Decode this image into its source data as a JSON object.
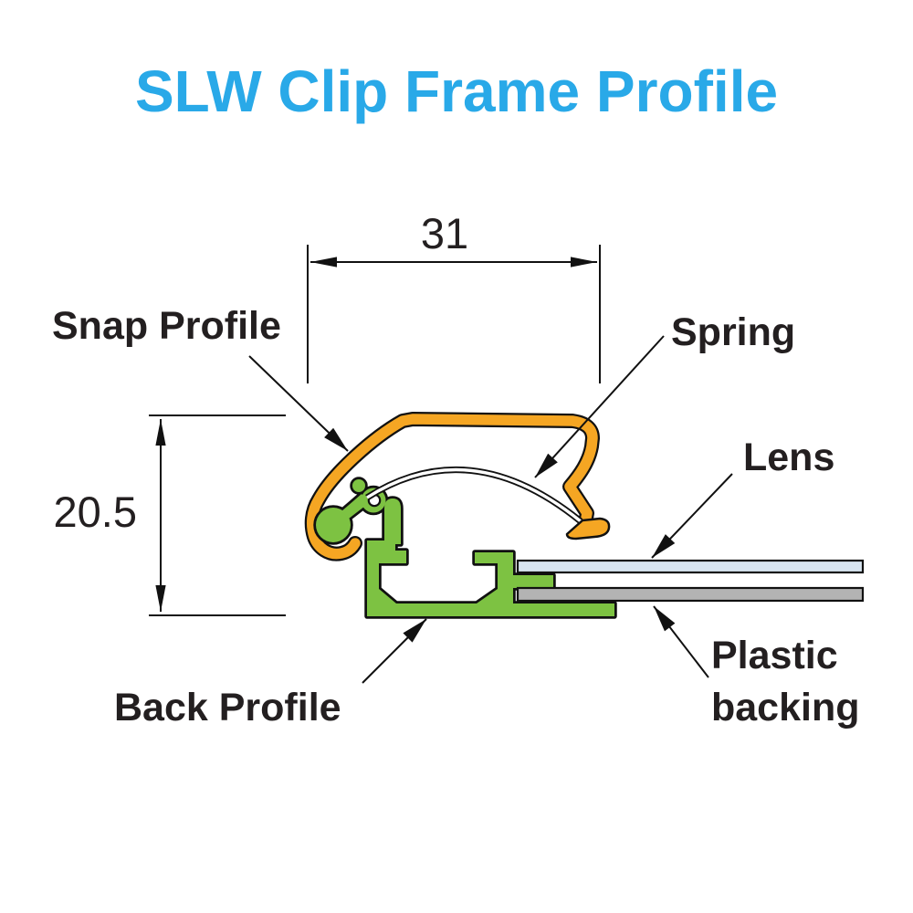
{
  "title": {
    "text": "SLW Clip Frame Profile"
  },
  "labels": {
    "snap_profile": "Snap Profile",
    "spring": "Spring",
    "lens": "Lens",
    "back_profile": "Back Profile",
    "plastic_backing_line1": "Plastic",
    "plastic_backing_line2": "backing"
  },
  "dimensions": {
    "width_mm": "31",
    "height_mm": "20.5"
  },
  "colors": {
    "title_blue": "#29A9E8",
    "orange": "#F5A623",
    "green": "#7DC242",
    "lens_fill": "#D8E5F1",
    "backing_fill": "#B3B3B3",
    "label_text": "#231F20",
    "line": "#111111"
  },
  "parts": [
    {
      "name": "Snap Profile",
      "color": "#F5A623"
    },
    {
      "name": "Spring",
      "color": "#FFFFFF"
    },
    {
      "name": "Lens",
      "color": "#D8E5F1"
    },
    {
      "name": "Back Profile",
      "color": "#7DC242"
    },
    {
      "name": "Plastic backing",
      "color": "#B3B3B3"
    }
  ]
}
